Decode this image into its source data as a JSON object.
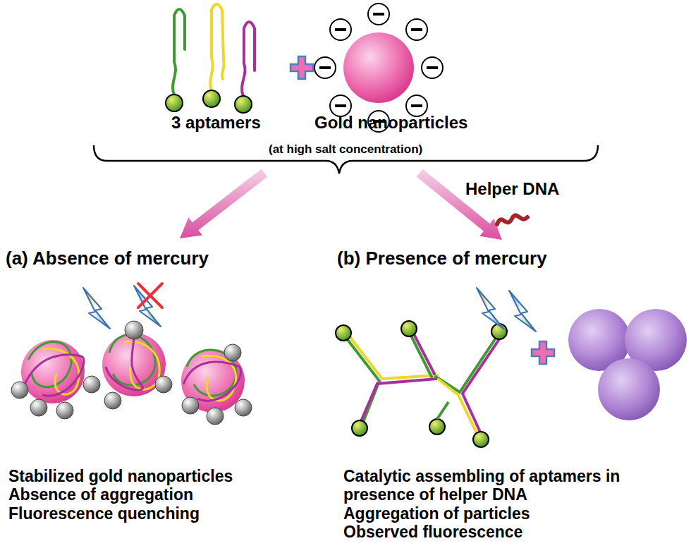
{
  "diagram": {
    "labels": [
      "3 aptamers",
      "Gold nanoparticles",
      "(at high salt concentration)",
      "Helper DNA",
      "(a) Absence of mercury",
      "(b) Presence of mercury",
      "Stabilized gold nanoparticles",
      "Absence of aggregation",
      "Fluorescence quenching",
      "Catalytic assembling of aptamers in presence of helper DNA",
      "Aggregation of particles",
      "Observed fluorescence"
    ]
  }
}
